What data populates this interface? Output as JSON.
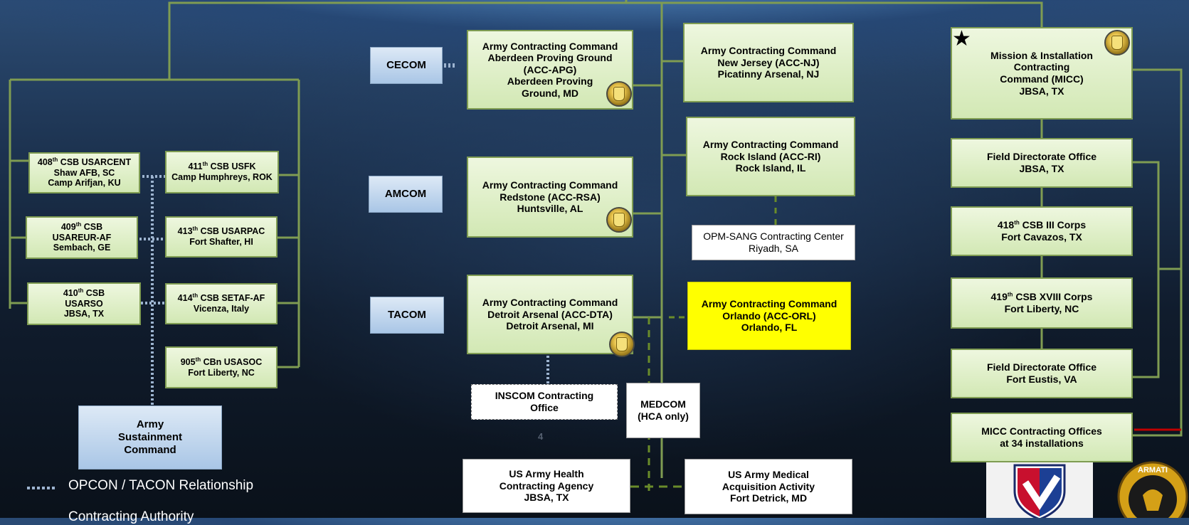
{
  "left": {
    "csb408": {
      "l1_num": "408",
      "l1_sup": "th",
      "l1_rest": " CSB USARCENT",
      "l2": "Shaw AFB, SC",
      "l3": "Camp Arifjan, KU"
    },
    "csb411": {
      "l1_num": "411",
      "l1_sup": "th",
      "l1_rest": " CSB USFK",
      "l2": "Camp Humphreys, ROK"
    },
    "csb409": {
      "l1_num": "409",
      "l1_sup": "th",
      "l1_rest": " CSB",
      "l2": "USAREUR-AF",
      "l3": "Sembach, GE"
    },
    "csb413": {
      "l1_num": "413",
      "l1_sup": "th",
      "l1_rest": " CSB USARPAC",
      "l2": "Fort Shafter, HI"
    },
    "csb410": {
      "l1_num": "410",
      "l1_sup": "th",
      "l1_rest": " CSB",
      "l2": "USARSO",
      "l3": "JBSA, TX"
    },
    "csb414": {
      "l1_num": "414",
      "l1_sup": "th",
      "l1_rest": " CSB SETAF-AF",
      "l2": "Vicenza, Italy"
    },
    "cbn905": {
      "l1_num": "905",
      "l1_sup": "th",
      "l1_rest": " CBn USASOC",
      "l2": "Fort Liberty, NC"
    },
    "asc": {
      "l1": "Army",
      "l2": "Sustainment",
      "l3": "Command"
    }
  },
  "legend": {
    "opcon": "OPCON / TACON Relationship",
    "authority": "Contracting Authority"
  },
  "commands": {
    "cecom": "CECOM",
    "amcom": "AMCOM",
    "tacom": "TACOM"
  },
  "center": {
    "apg": {
      "l1": "Army Contracting Command",
      "l2": "Aberdeen Proving Ground",
      "l3": "(ACC-APG)",
      "l4": "Aberdeen Proving",
      "l5": "Ground, MD"
    },
    "rsa": {
      "l1": "Army Contracting Command",
      "l2": "Redstone (ACC-RSA)",
      "l3": "Huntsville, AL"
    },
    "dta": {
      "l1": "Army Contracting Command",
      "l2": "Detroit Arsenal (ACC-DTA)",
      "l3": "Detroit Arsenal, MI"
    },
    "nj": {
      "l1": "Army Contracting Command",
      "l2": "New Jersey (ACC-NJ)",
      "l3": "Picatinny Arsenal, NJ"
    },
    "ri": {
      "l1": "Army Contracting Command",
      "l2": "Rock Island (ACC-RI)",
      "l3": "Rock Island, IL"
    },
    "opm": {
      "l1": "OPM-SANG Contracting Center",
      "l2": "Riyadh, SA"
    },
    "orl": {
      "l1": "Army Contracting Command",
      "l2": "Orlando (ACC-ORL)",
      "l3": "Orlando, FL"
    },
    "inscom": {
      "l1": "INSCOM Contracting",
      "l2": "Office"
    },
    "medcom": {
      "l1": "MEDCOM",
      "l2": "(HCA only)"
    },
    "hca": {
      "l1": "US Army Health",
      "l2": "Contracting  Agency",
      "l3": "JBSA, TX"
    },
    "usamaa": {
      "l1": "US Army Medical",
      "l2": "Acquisition Activity",
      "l3": "Fort Detrick, MD"
    },
    "page_number": "4"
  },
  "right": {
    "micc": {
      "l1": "Mission & Installation",
      "l2": "Contracting",
      "l3": "Command (MICC)",
      "l4": "JBSA, TX"
    },
    "fdo_jbsa": {
      "l1": "Field Directorate Office",
      "l2": "JBSA, TX"
    },
    "csb418": {
      "l1_num": "418",
      "l1_sup": "th",
      "l1_rest": " CSB  III Corps",
      "l2": "Fort Cavazos, TX"
    },
    "csb419": {
      "l1_num": "419",
      "l1_sup": "th",
      "l1_rest": " CSB  XVIII Corps",
      "l2": "Fort Liberty, NC"
    },
    "fdo_eustis": {
      "l1": "Field Directorate Office",
      "l2": "Fort Eustis, VA"
    },
    "micc_offices": {
      "l1": "MICC Contracting Offices",
      "l2": "at 34 installations"
    }
  },
  "icons": {
    "seal": "acc-seal-icon",
    "star": "star-icon",
    "amc_shield": "amc-shield-logo",
    "crest": "acc-crest-logo"
  },
  "logo_text": {
    "crest_top": "ARMATI"
  },
  "colors": {
    "line_green": "#7f9c52",
    "dotted_blue": "#9db4d0",
    "dash_green": "#6a8c2a",
    "highlight": "#ffff00"
  }
}
